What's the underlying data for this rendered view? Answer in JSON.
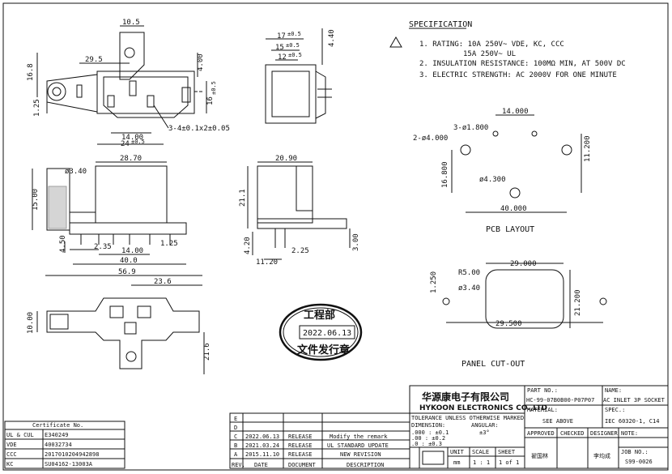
{
  "spec": {
    "heading": "SPECIFICATION",
    "rating_1": "1. RATING: 10A 250V~ VDE, KC, CCC",
    "rating_2": "15A 250V~ UL",
    "insulation": "2. INSULATION RESISTANCE: 100MΩ MIN, AT 500V DC",
    "electric": "3. ELECTRIC STRENGTH: AC 2000V FOR ONE MINUTE"
  },
  "top_view": {
    "d_10_5": "10.5",
    "d_29_5": "29.5",
    "d_16_8": "16.8",
    "d_4_00": "4.00",
    "d_16_5": "16",
    "d_16_5_tol": "±0.5",
    "d_1_25": "1.25",
    "d_14_00": "14.00",
    "d_24": "24",
    "d_24_tol": "±0.5",
    "pin_note": "3-4±0.1x2±0.05"
  },
  "side_view_top": {
    "d_17": "17",
    "d_17_tol": "±0.5",
    "d_15": "15",
    "d_15_tol": "±0.5",
    "d_12": "12",
    "d_12_tol": "±0.5",
    "d_4_40": "4.40"
  },
  "front_view": {
    "d_28_70": "28.70",
    "d_3_40": "ø3.40",
    "d_15_00": "15.00",
    "d_4_50": "4.50",
    "d_2_35": "2.35",
    "d_1_25": "1.25",
    "d_14_00": "14.00",
    "d_40_0": "40.0"
  },
  "right_view": {
    "d_20_90": "20.90",
    "d_21_1": "21.1",
    "d_4_20": "4.20",
    "d_2_25": "2.25",
    "d_11_20": "11.20",
    "d_3_00": "3.00"
  },
  "bottom_view": {
    "d_56_9": "56.9",
    "d_23_6": "23.6",
    "d_10_00": "10.00",
    "d_21_6": "21.6"
  },
  "pcb": {
    "hole_4": "2-ø4.000",
    "hole_1_8": "3-ø1.800",
    "d_14": "14.000",
    "d_16_8": "16.800",
    "d_11_2": "11.200",
    "hole_4_3": "ø4.300",
    "d_40": "40.000",
    "title": "PCB LAYOUT"
  },
  "panel": {
    "r5": "R5.00",
    "d_29": "29.000",
    "d_1_25": "1.250",
    "hole": "ø3.40",
    "d_21_2": "21.200",
    "d_29_5": "29.500",
    "title": "PANEL CUT-OUT"
  },
  "stamp": {
    "line1": "工程部",
    "date": "2022.06.13",
    "line2": "文件发行章"
  },
  "certificate": {
    "header": "Certificate No.",
    "rows": [
      {
        "name": "UL & CUL",
        "value": "E340249"
      },
      {
        "name": "VDE",
        "value": "40032734"
      },
      {
        "name": "CCC",
        "value": "2017010204942898"
      },
      {
        "name": "KC",
        "value": "SU04162-13003A"
      }
    ]
  },
  "revision": {
    "rows": [
      {
        "rev": "E",
        "date": "",
        "doc": "",
        "desc": ""
      },
      {
        "rev": "D",
        "date": "",
        "doc": "",
        "desc": ""
      },
      {
        "rev": "C",
        "date": "2022.06.13",
        "doc": "RELEASE",
        "desc": "Modify the remark"
      },
      {
        "rev": "B",
        "date": "2021.03.24",
        "doc": "RELEASE",
        "desc": "UL STANDARD UPDATE"
      },
      {
        "rev": "A",
        "date": "2015.11.10",
        "doc": "RELEASE",
        "desc": "NEW REVISION"
      }
    ],
    "headers": {
      "rev": "REV.",
      "date": "DATE",
      "doc": "DOCUMENT",
      "desc": "DESCRIPTION"
    }
  },
  "title_block": {
    "company_cn": "华源康电子有限公司",
    "company_en": "HYKOON ELECTRONICS CO.,LTD",
    "tol_line1": "TOLERANCE UNLESS OTHERWISE MARKED",
    "tol_dim": "DIMENSION:",
    "tol_ang": "ANGULAR:",
    "tol_1": ".000 : ±0.1",
    "tol_2": ".00  : ±0.2",
    "tol_3": ".0   : ±0.3",
    "tol_ang_val": "±3°",
    "unit_label": "UNIT",
    "unit": "mm",
    "scale_label": "SCALE",
    "scale": "1 : 1",
    "sheet_label": "SHEET",
    "sheet": "1 of 1",
    "part_label": "PART NO.:",
    "part_no": "HC-99-07B0B00-P07P07",
    "name_label": "NAME:",
    "name": "AC INLET 3P SOCKET",
    "material_label": "MATERIAL:",
    "material": "SEE ABOVE",
    "spec_label": "SPEC.:",
    "spec_val": "IEC 60320-1, C14",
    "approved_label": "APPROVED",
    "checked_label": "CHECKED",
    "designer_label": "DESIGNER",
    "note_label": "NOTE:",
    "approved": "翟国林",
    "designer": "李均成",
    "job_label": "JOB NO.:",
    "job_no": "S99-0026"
  }
}
